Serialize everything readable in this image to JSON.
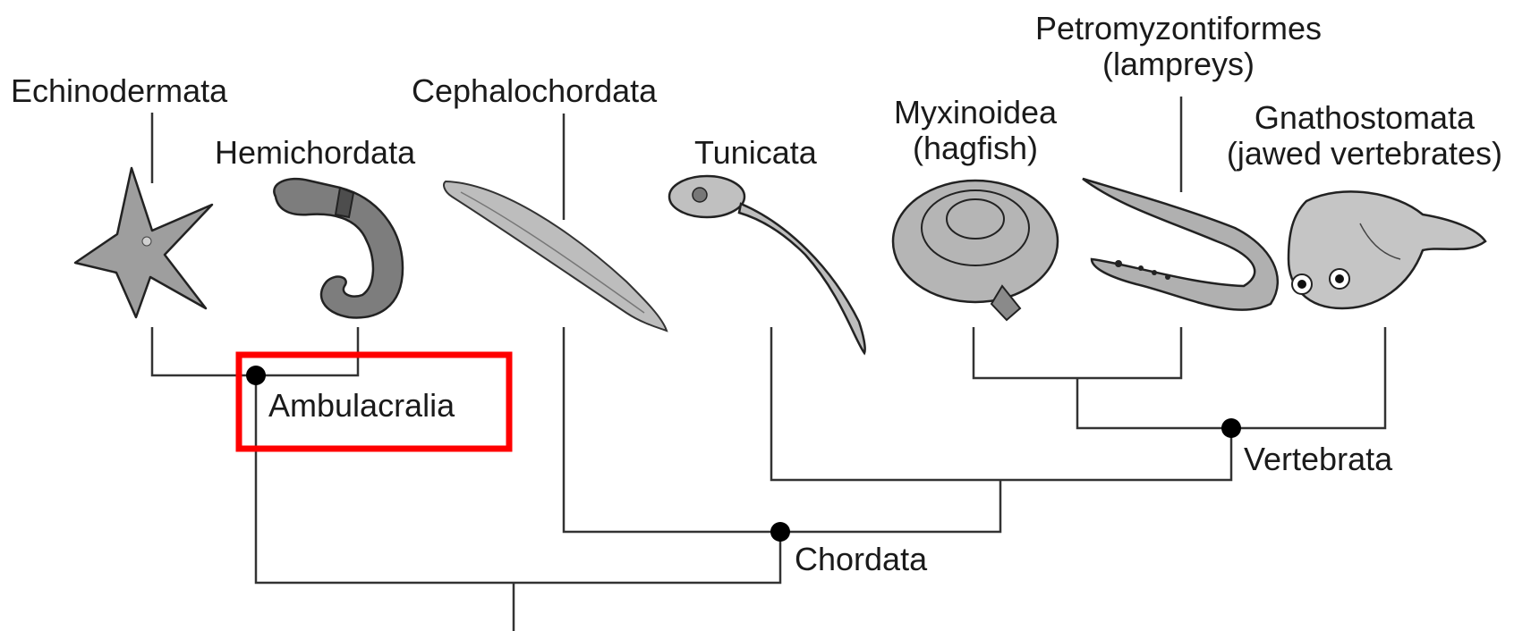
{
  "taxa": {
    "echinodermata": "Echinodermata",
    "hemichordata": "Hemichordata",
    "cephalochordata": "Cephalochordata",
    "tunicata": "Tunicata",
    "myxinoidea": "Myxinoidea",
    "myxinoidea_common": "(hagfish)",
    "petromyzontiformes": "Petromyzontiformes",
    "petromyzontiformes_common": "(lampreys)",
    "gnathostomata": "Gnathostomata",
    "gnathostomata_common": "(jawed vertebrates)"
  },
  "clades": {
    "ambulacralia": "Ambulacralia",
    "chordata": "Chordata",
    "vertebrata": "Vertebrata"
  },
  "colors": {
    "line": "#333333",
    "highlight": "#ff0000",
    "organism_fill": "#a8a8a8",
    "organism_dark": "#7d7d7d"
  }
}
